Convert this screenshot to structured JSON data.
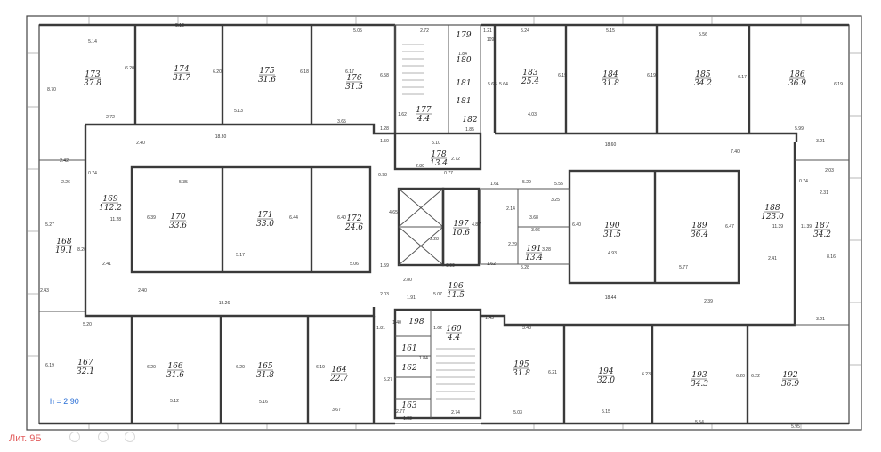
{
  "height_label": "h = 2.90",
  "lit_label": "Лит. 9Б",
  "toolbar_icons": [
    "eye-icon",
    "zoom-icon",
    "settings-icon"
  ],
  "rooms": [
    {
      "num": "173",
      "area": "37.8"
    },
    {
      "num": "174",
      "area": "31.7"
    },
    {
      "num": "175",
      "area": "31.6"
    },
    {
      "num": "176",
      "area": "31.5"
    },
    {
      "num": "177",
      "area": "4.4"
    },
    {
      "num": "179",
      "area": ""
    },
    {
      "num": "180",
      "area": ""
    },
    {
      "num": "181",
      "area": ""
    },
    {
      "num": "181",
      "area": ""
    },
    {
      "num": "182",
      "area": ""
    },
    {
      "num": "183",
      "area": "25.4"
    },
    {
      "num": "184",
      "area": "31.8"
    },
    {
      "num": "185",
      "area": "34.2"
    },
    {
      "num": "186",
      "area": "36.9"
    },
    {
      "num": "169",
      "area": "112.2"
    },
    {
      "num": "178",
      "area": "13.4"
    },
    {
      "num": "188",
      "area": "123.0"
    },
    {
      "num": "170",
      "area": "33.6"
    },
    {
      "num": "171",
      "area": "33.0"
    },
    {
      "num": "172",
      "area": "24.6"
    },
    {
      "num": "197",
      "area": "10.6"
    },
    {
      "num": "190",
      "area": "31.5"
    },
    {
      "num": "189",
      "area": "36.4"
    },
    {
      "num": "187",
      "area": "34.2"
    },
    {
      "num": "168",
      "area": "19.1"
    },
    {
      "num": "191",
      "area": "13.4"
    },
    {
      "num": "196",
      "area": "11.5"
    },
    {
      "num": "198",
      "area": ""
    },
    {
      "num": "160",
      "area": "4.4"
    },
    {
      "num": "161",
      "area": ""
    },
    {
      "num": "162",
      "area": ""
    },
    {
      "num": "163",
      "area": ""
    },
    {
      "num": "167",
      "area": "32.1"
    },
    {
      "num": "166",
      "area": "31.6"
    },
    {
      "num": "165",
      "area": "31.8"
    },
    {
      "num": "164",
      "area": "22.7"
    },
    {
      "num": "195",
      "area": "31.8"
    },
    {
      "num": "194",
      "area": "32.0"
    },
    {
      "num": "193",
      "area": "34.3"
    },
    {
      "num": "192",
      "area": "36.9"
    }
  ],
  "dimensions": [
    "5.14",
    "5.12",
    "5.05",
    "2.72",
    "1.21",
    "109",
    "5.24",
    "5.15",
    "5.56",
    "6.20",
    "6.20",
    "6.18",
    "6.17",
    "6.58",
    "1.84",
    "5.65",
    "5.64",
    "6.19",
    "6.19",
    "6.17",
    "6.19",
    "8.70",
    "2.72",
    "5.13",
    "3.65",
    "1.62",
    "1.28",
    "1.85",
    "4.03",
    "2.40",
    "18.30",
    "1.50",
    "5.10",
    "18.60",
    "7.40",
    "5.99",
    "3.21",
    "2.42",
    "2.80",
    "2.72",
    "2.26",
    "0.74",
    "0.98",
    "0.77",
    "1.61",
    "5.29",
    "5.55",
    "2.03",
    "0.74",
    "2.31",
    "5.35",
    "4.65",
    "3.25",
    "2.14",
    "3.68",
    "6.39",
    "6.44",
    "6.40",
    "4.87",
    "6.40",
    "6.47",
    "11.39",
    "11.39",
    "5.27",
    "11.28",
    "8.20",
    "2.28",
    "3.66",
    "3.28",
    "2.29",
    "4.93",
    "8.16",
    "2.41",
    "5.17",
    "5.06",
    "1.59",
    "0.99",
    "1.62",
    "5.28",
    "5.77",
    "2.41",
    "2.43",
    "2.40",
    "2.80",
    "2.03",
    "5.07",
    "1.91",
    "18.26",
    "18.44",
    "2.39",
    "3.21",
    "5.20",
    "1.40",
    "1.81",
    "1.62",
    "1.43",
    "3.48",
    "6.19",
    "6.20",
    "6.20",
    "6.19",
    "6.21",
    "6.23",
    "6.20",
    "6.22",
    "5.27",
    "1.84",
    "5.12",
    "5.16",
    "3.67",
    "2.77",
    "1.83",
    "2.74",
    "5.03",
    "5.15",
    "5.54",
    "5.95"
  ]
}
